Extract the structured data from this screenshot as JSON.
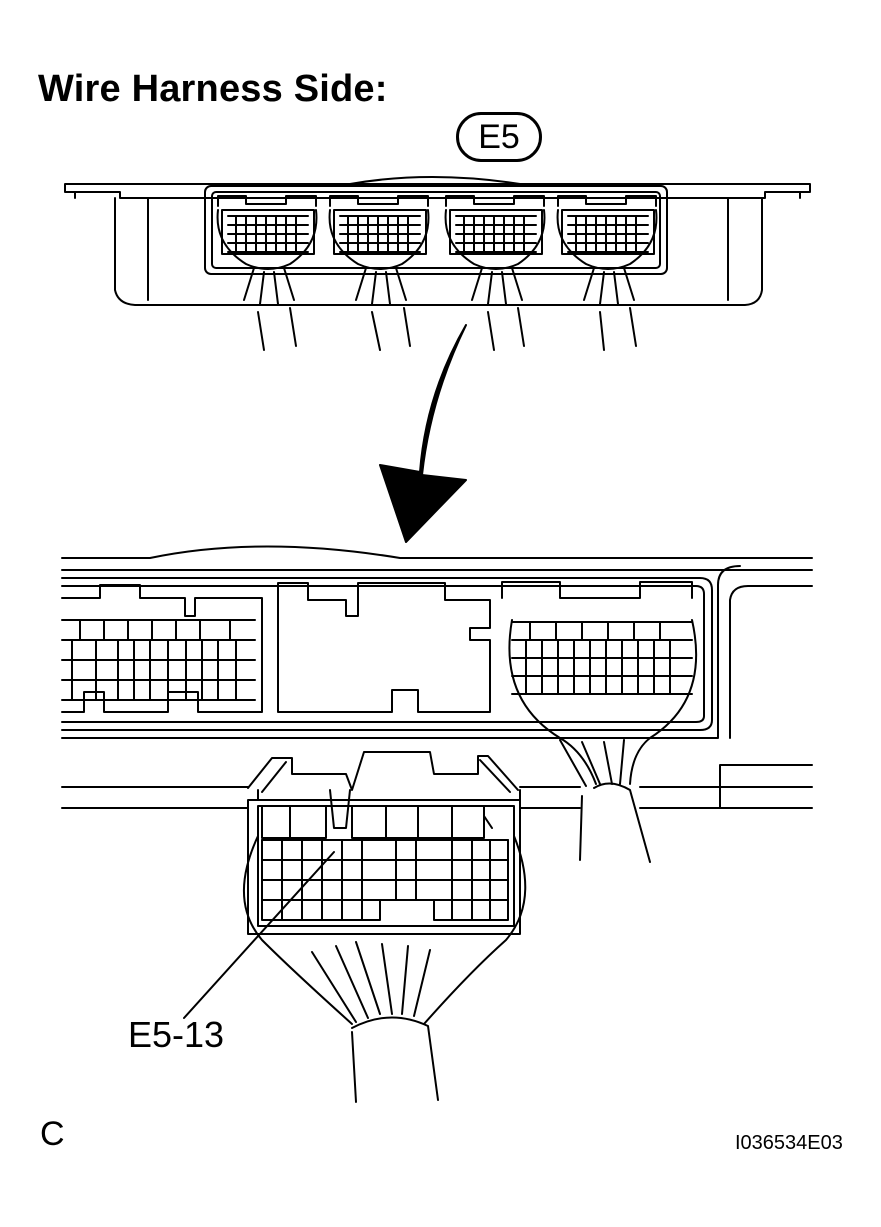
{
  "header": {
    "title": "Wire Harness Side:"
  },
  "connector": {
    "code": "E5"
  },
  "callout": {
    "pin_label": "E5-13"
  },
  "footer": {
    "corner_letter": "C",
    "figure_id": "I036534E03"
  },
  "colors": {
    "line": "#000000",
    "background": "#ffffff"
  }
}
